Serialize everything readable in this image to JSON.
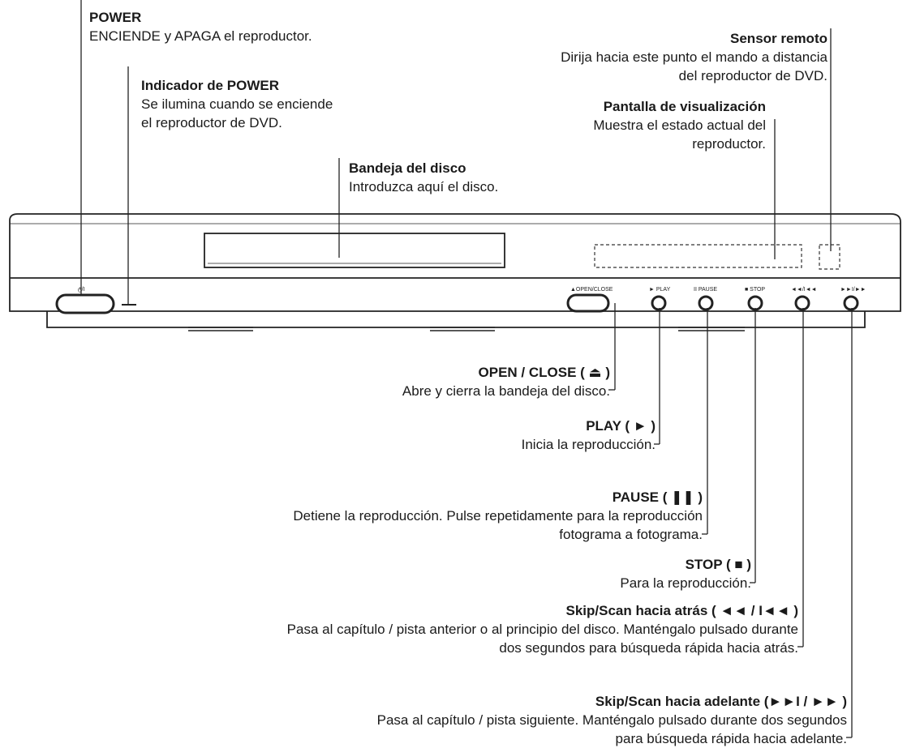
{
  "callouts": {
    "power": {
      "title": "POWER",
      "desc": [
        "ENCIENDE y APAGA el reproductor."
      ]
    },
    "power_indicator": {
      "title": "Indicador de POWER",
      "desc": [
        "Se ilumina cuando se enciende",
        "el reproductor de DVD."
      ]
    },
    "disc_tray": {
      "title": "Bandeja del disco",
      "desc": [
        "Introduzca aquí el disco."
      ]
    },
    "remote_sensor": {
      "title": "Sensor remoto",
      "desc": [
        "Dirija hacia este punto el mando a distancia",
        "del reproductor de DVD."
      ]
    },
    "display": {
      "title": "Pantalla de visualización",
      "desc": [
        "Muestra el estado actual del",
        "reproductor."
      ]
    },
    "open_close": {
      "title": "OPEN / CLOSE  ( ⏏ )",
      "desc": [
        "Abre y cierra la bandeja del disco."
      ]
    },
    "play": {
      "title": "PLAY  ( ► )",
      "desc": [
        "Inicia la reproducción."
      ]
    },
    "pause": {
      "title": "PAUSE  ( ❚❚ )",
      "desc": [
        "Detiene la reproducción. Pulse repetidamente para la reproducción",
        "fotograma a fotograma."
      ]
    },
    "stop": {
      "title": "STOP ( ■ )",
      "desc": [
        "Para la reproducción."
      ]
    },
    "skip_back": {
      "title": "Skip/Scan hacia atrás ( ◄◄ / I◄◄ )",
      "desc": [
        "Pasa al capítulo / pista anterior o al principio del disco. Manténgalo pulsado durante",
        "dos segundos para búsqueda rápida hacia atrás."
      ]
    },
    "skip_fwd": {
      "title": "Skip/Scan hacia adelante (►►I / ►► )",
      "desc": [
        "Pasa al capítulo / pista siguiente. Manténgalo pulsado durante dos segundos",
        "para búsqueda rápida hacia adelante."
      ]
    }
  },
  "panel_labels": {
    "power": "ტ/I",
    "open_close": "▲OPEN/CLOSE",
    "play": "► PLAY",
    "pause": "II PAUSE",
    "stop": "■ STOP",
    "prev": "◄◄/I◄◄",
    "next": "►►I/►►"
  }
}
